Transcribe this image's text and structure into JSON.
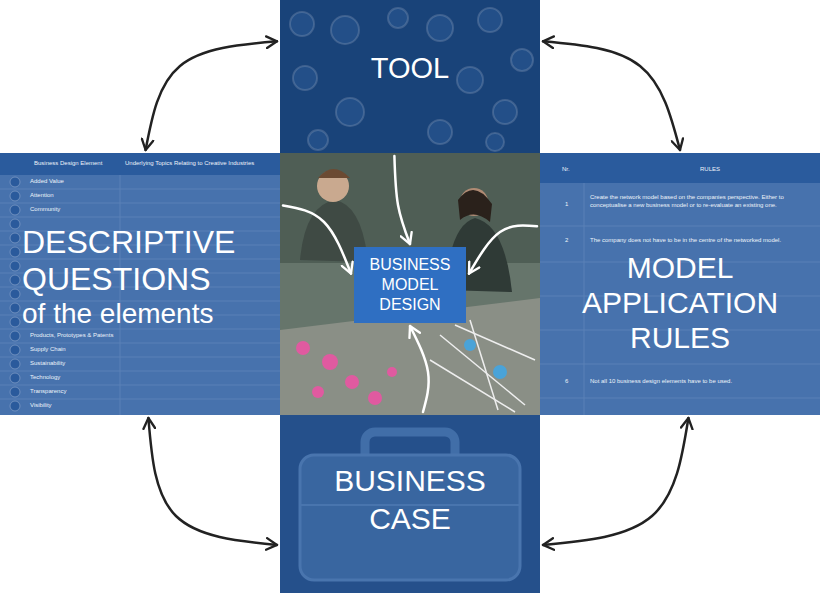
{
  "diagram": {
    "nodes": [
      {
        "text": [
          "TOOL"
        ]
      },
      {
        "text": [
          "DESCRIPTIVE QUESTIONS",
          "of the elements"
        ]
      },
      {
        "text": [
          "BUSINESS MODEL DESIGN"
        ]
      },
      {
        "text": [
          "MODEL APPLICATION RULES"
        ]
      },
      {
        "text": [
          "BUSINESS CASE"
        ]
      }
    ],
    "edges": [
      {
        "from": 0,
        "to": 1,
        "arrow": "both"
      },
      {
        "from": 0,
        "to": 3,
        "arrow": "both"
      },
      {
        "from": 1,
        "to": 4,
        "arrow": "both"
      },
      {
        "from": 3,
        "to": 4,
        "arrow": "both"
      },
      {
        "from": 0,
        "to": 2,
        "arrow": "to"
      },
      {
        "from": 1,
        "to": 2,
        "arrow": "to"
      },
      {
        "from": 3,
        "to": 2,
        "arrow": "to"
      },
      {
        "from": 4,
        "to": 2,
        "arrow": "to"
      }
    ],
    "labels": [
      "Business Design Element",
      "Underlying Topics Relating to Creative Industries",
      "Added Value",
      "Attention",
      "Community",
      "Products, Prototypes & Patents",
      "Supply Chain",
      "Sustainability",
      "Technology",
      "Transparency",
      "Visibility",
      "Nr.",
      "RULES",
      "1",
      "Create the network model based on the companies perspective. Either to conceptualise a new business model or to re-evaluate an existing one.",
      "2",
      "The company does not have to be in the centre of the networked model.",
      "6",
      "Not all 10 business design elements have to be used."
    ]
  }
}
